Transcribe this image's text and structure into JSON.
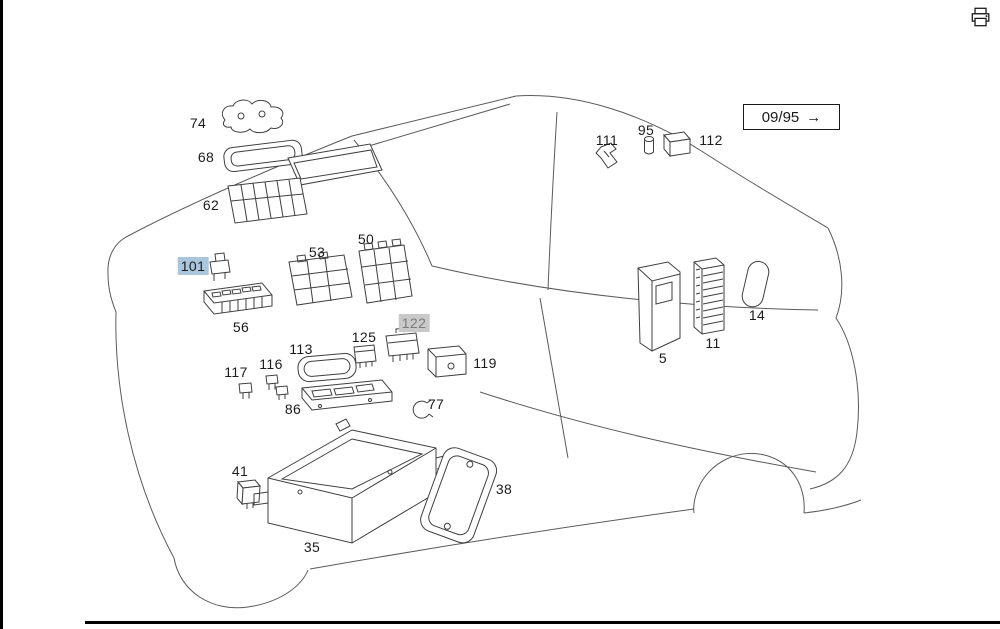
{
  "header": {
    "date_code": "09/95",
    "arrow": "→"
  },
  "icons": {
    "print_icon": "printer-icon"
  },
  "colors": {
    "diagram_line": "#4a4a4a",
    "frame": "#000000",
    "label_text": "#1c1c1c",
    "selected_label_bg": "#a9c6dd",
    "dimmed_label_bg": "#c9c9c9",
    "dimmed_label_text": "#7d7d7d"
  },
  "diagram": {
    "description": "Exploded parts diagram of fuse boxes, relays, covers and module brackets drawn over a car side outline",
    "labels": [
      {
        "part": "74",
        "text": "74",
        "state": "normal"
      },
      {
        "part": "68",
        "text": "68",
        "state": "normal"
      },
      {
        "part": "62",
        "text": "62",
        "state": "normal"
      },
      {
        "part": "101",
        "text": "101",
        "state": "selected"
      },
      {
        "part": "56",
        "text": "56",
        "state": "normal"
      },
      {
        "part": "53",
        "text": "53",
        "state": "normal"
      },
      {
        "part": "50",
        "text": "50",
        "state": "normal"
      },
      {
        "part": "111",
        "text": "111",
        "state": "normal"
      },
      {
        "part": "95",
        "text": "95",
        "state": "normal"
      },
      {
        "part": "112",
        "text": "112",
        "state": "normal"
      },
      {
        "part": "14",
        "text": "14",
        "state": "normal"
      },
      {
        "part": "11",
        "text": "11",
        "state": "normal"
      },
      {
        "part": "5",
        "text": "5",
        "state": "normal"
      },
      {
        "part": "122",
        "text": "122",
        "state": "dimmed"
      },
      {
        "part": "125",
        "text": "125",
        "state": "normal"
      },
      {
        "part": "113",
        "text": "113",
        "state": "normal"
      },
      {
        "part": "116",
        "text": "116",
        "state": "normal"
      },
      {
        "part": "117",
        "text": "117",
        "state": "normal"
      },
      {
        "part": "119",
        "text": "119",
        "state": "normal"
      },
      {
        "part": "86",
        "text": "86",
        "state": "normal"
      },
      {
        "part": "77",
        "text": "77",
        "state": "normal"
      },
      {
        "part": "41",
        "text": "41",
        "state": "normal"
      },
      {
        "part": "35",
        "text": "35",
        "state": "normal"
      },
      {
        "part": "38",
        "text": "38",
        "state": "normal"
      }
    ]
  }
}
